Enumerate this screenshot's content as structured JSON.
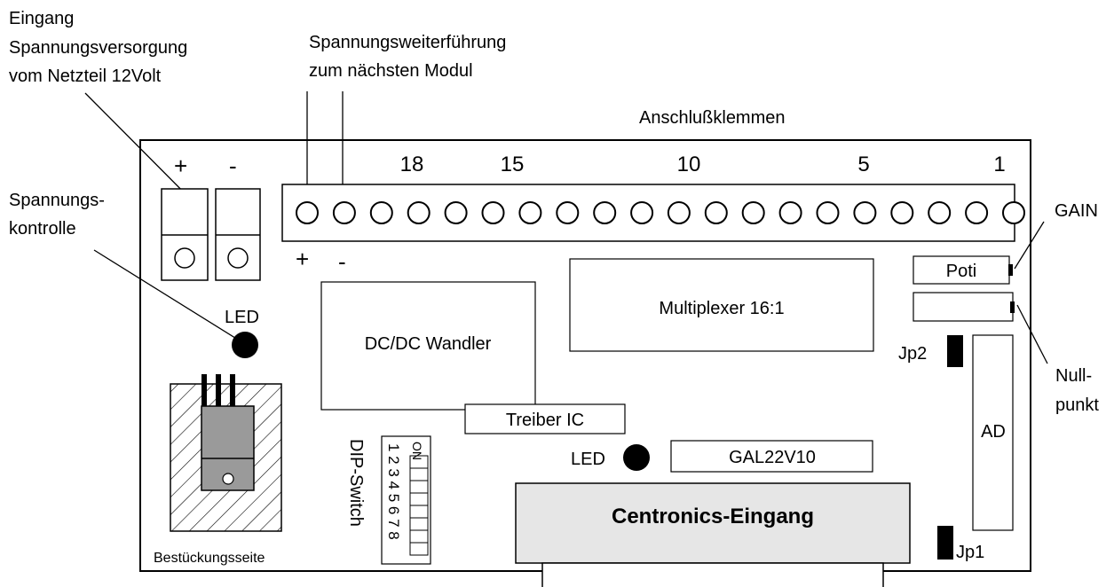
{
  "labels": {
    "eingang": [
      "Eingang",
      "Spannungsversorgung",
      "vom Netzteil 12Volt"
    ],
    "weiterfuehrung": [
      "Spannungsweiterführung",
      "zum nächsten Modul"
    ],
    "klemmen": "Anschlußklemmen",
    "kontrolle": [
      "Spannungs-",
      "kontrolle"
    ],
    "led_left": "LED",
    "led_center": "LED",
    "plus_top": "+",
    "minus_top": "-",
    "plus_bottom": "+",
    "minus_bottom": "-",
    "dcdc": "DC/DC Wandler",
    "mux": "Multiplexer 16:1",
    "poti": "Poti",
    "gain": "GAIN",
    "nullpunkt": [
      "Null-",
      "punkt"
    ],
    "jp2": "Jp2",
    "jp1": "Jp1",
    "ad": "AD",
    "treiber": "Treiber IC",
    "gal": "GAL22V10",
    "centronics": "Centronics-Eingang",
    "dip_title": "DIP-Switch",
    "dip_on": "ON",
    "dip_numbers": "1 2 3 4 5 6 7 8",
    "bestueckung": "Bestückungsseite"
  },
  "terminal_numbers": [
    "18",
    "15",
    "10",
    "5",
    "1"
  ],
  "terminal_count": 20,
  "dip_switch_count": 8
}
